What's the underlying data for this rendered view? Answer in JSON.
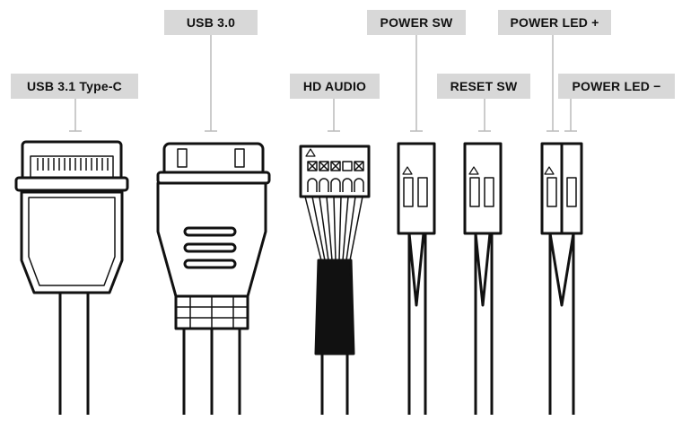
{
  "labels": {
    "usb31c": "USB 3.1 Type-C",
    "usb30": "USB 3.0",
    "hdaudio": "HD AUDIO",
    "powersw": "POWER SW",
    "resetsw": "RESET SW",
    "powerledplus": "POWER LED +",
    "powerledminus": "POWER LED −"
  },
  "colors": {
    "ink": "#111111",
    "label_bg": "#d8d8d8",
    "leader": "#bbbbbb"
  }
}
